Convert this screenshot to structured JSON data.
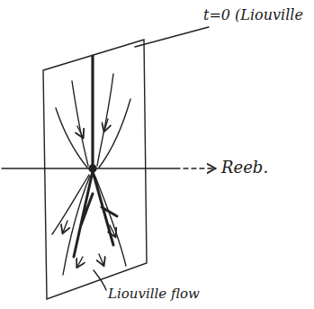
{
  "diagram": {
    "labels": [
      "t=0 (Liouville",
      "Reeb.",
      "Liouville flow"
    ]
  }
}
